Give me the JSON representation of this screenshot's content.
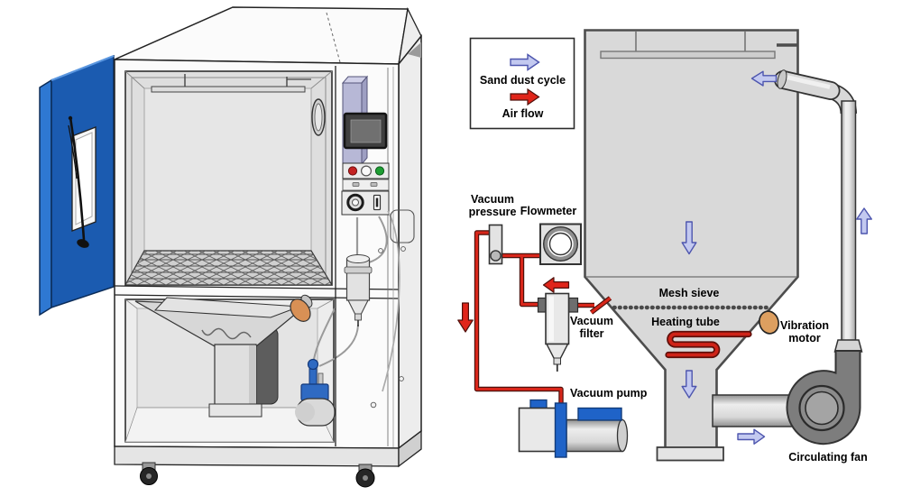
{
  "legend": {
    "sand_dust_cycle": "Sand dust cycle",
    "air_flow": "Air flow"
  },
  "diagram_labels": {
    "vacuum_pressure": "Vacuum pressure",
    "flowmeter": "Flowmeter",
    "vacuum_filter": "Vacuum filter",
    "vacuum_pump": "Vacuum pump",
    "mesh_sieve": "Mesh sieve",
    "heating_tube": "Heating tube",
    "vibration_motor": "Vibration motor",
    "circulating_fan": "Circulating fan"
  },
  "colors": {
    "sand_dust_arrow_fill": "#c3c9f0",
    "sand_dust_arrow_stroke": "#4d55ae",
    "air_flow_red": "#d8261a",
    "chamber_gray": "#d9d9d9",
    "fan_gray": "#7d7d7d",
    "vibration_motor_tan": "#dd9f60",
    "door_blue": "#1b5bb0",
    "pump_blue": "#1f63c8",
    "indicator_red": "#c32222",
    "indicator_green": "#1e9e33"
  }
}
